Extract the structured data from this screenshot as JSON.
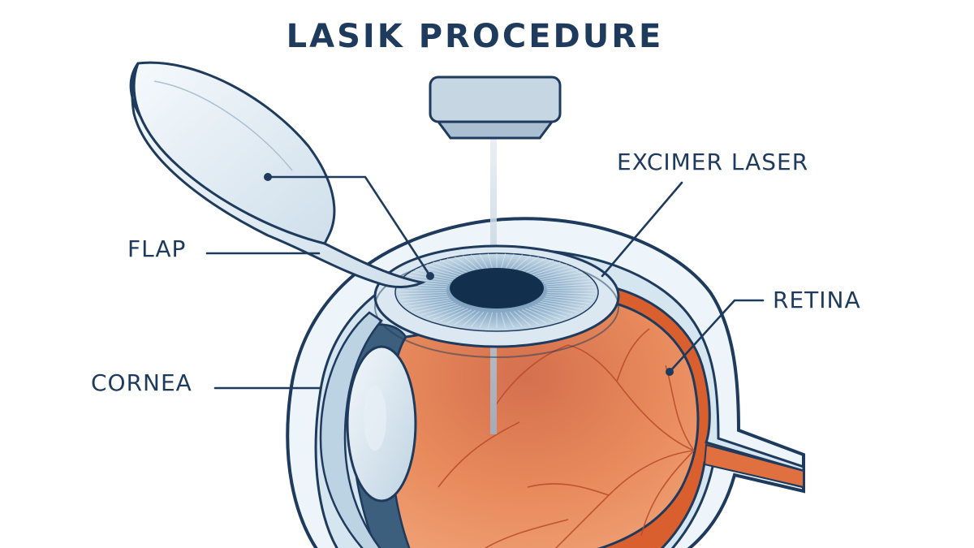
{
  "title": "LASIK PROCEDURE",
  "labels": {
    "flap": "FLAP",
    "cornea": "CORNEA",
    "excimer_laser": "EXCIMER LASER",
    "retina": "RETINA"
  },
  "colors": {
    "outline": "#1e3a5c",
    "sclera": "#dcebf4",
    "retina": "#d9602e",
    "vitreous": "#e88a5c",
    "lens": "#c9dcea",
    "cornea_surface": "#9fb8cf",
    "laser_beam": "#b8c9d6"
  }
}
